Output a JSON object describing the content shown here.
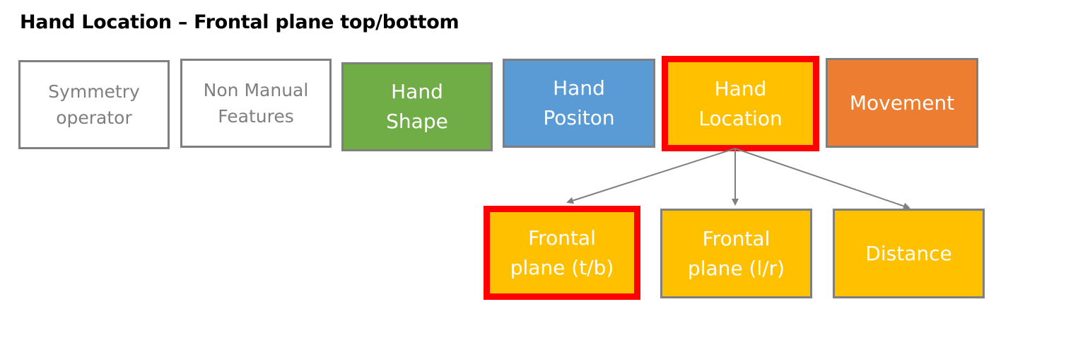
{
  "title": "Hand Location – Frontal plane top/bottom",
  "colors": {
    "outline_gray": "#7f7f7f",
    "hand_shape": "#70ad47",
    "hand_position": "#5b9bd5",
    "hand_location": "#ffc000",
    "movement": "#ed7d31",
    "highlight": "#ff0000"
  },
  "top_row": [
    {
      "label": "Symmetry\noperator"
    },
    {
      "label": "Non Manual\nFeatures"
    },
    {
      "label": "Hand\nShape"
    },
    {
      "label": "Hand\nPositon"
    },
    {
      "label": "Hand\nLocation",
      "highlighted": true
    },
    {
      "label": "Movement"
    }
  ],
  "sub_row": [
    {
      "label": "Frontal\nplane (t/b)",
      "highlighted": true
    },
    {
      "label": "Frontal\nplane (l/r)"
    },
    {
      "label": "Distance"
    }
  ]
}
